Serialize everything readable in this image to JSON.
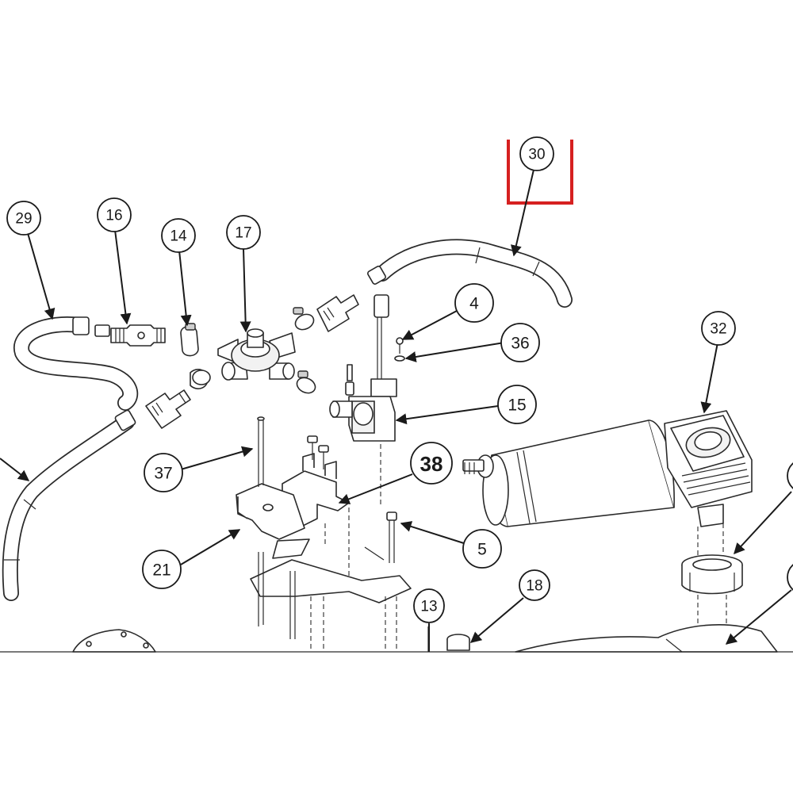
{
  "colors": {
    "highlight": "#d62020",
    "line": "#1a1a1a",
    "background": "#ffffff"
  },
  "callouts": {
    "c30": "30",
    "c29": "29",
    "c16": "16",
    "c14": "14",
    "c17": "17",
    "c4": "4",
    "c36": "36",
    "c15": "15",
    "c32": "32",
    "c37": "37",
    "c38": "38",
    "c5": "5",
    "c21": "21",
    "c18": "18",
    "c13": "13"
  }
}
